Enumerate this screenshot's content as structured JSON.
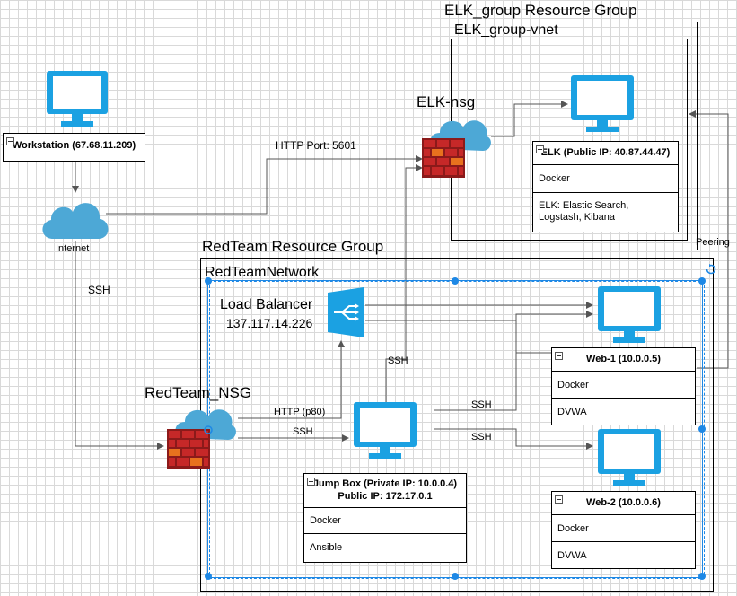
{
  "groups": {
    "elk_group": "ELK_group Resource Group",
    "elk_vnet": "ELK_group-vnet",
    "redteam_group": "RedTeam Resource Group",
    "redteam_network": "RedTeamNetwork"
  },
  "nodes": {
    "workstation": "Workstation (67.68.11.209)",
    "internet": "Internet",
    "elk_nsg": "ELK-nsg",
    "redteam_nsg": "RedTeam_NSG",
    "load_balancer": "Load Balancer",
    "load_balancer_ip": "137.117.14.226"
  },
  "cards": {
    "elk": {
      "title": "ELK (Public IP: 40.87.44.47)",
      "rows": [
        "Docker",
        "ELK: Elastic Search,\nLogstash, Kibana"
      ]
    },
    "web1": {
      "title": "Web-1 (10.0.0.5)",
      "rows": [
        "Docker",
        "DVWA"
      ]
    },
    "web2": {
      "title": "Web-2 (10.0.0.6)",
      "rows": [
        "Docker",
        "DVWA"
      ]
    },
    "jumpbox": {
      "title_line1": "Jump Box (Private IP: 10.0.0.4)",
      "title_line2": "Public IP: 172.17.0.1",
      "rows": [
        "Docker",
        "Ansible"
      ]
    }
  },
  "edges": {
    "http_5601": "HTTP Port: 5601",
    "ssh_internet": "SSH",
    "ssh_vertical": "SSH",
    "http_p80": "HTTP (p80)",
    "ssh_nsg_jump": "SSH",
    "ssh_web1": "SSH",
    "ssh_web2": "SSH",
    "peering": "Peering"
  },
  "colors": {
    "accent": "#1ba1e2",
    "cloud": "#4da8d6",
    "firewall": "#b02a2a",
    "selection": "#1e88e5"
  }
}
